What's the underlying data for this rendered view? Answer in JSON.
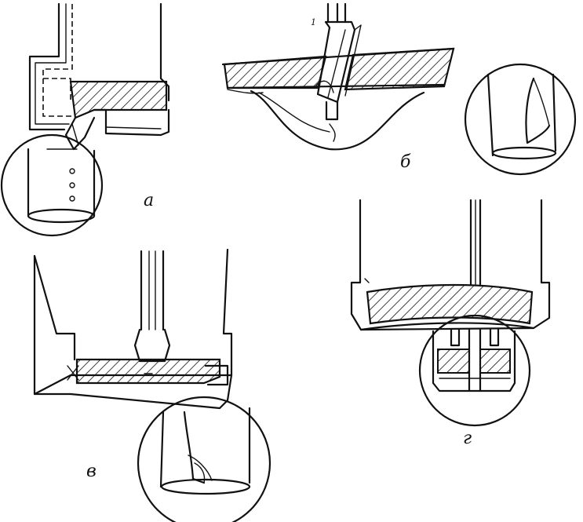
{
  "figure": {
    "panels": [
      {
        "id": "a",
        "label": "а"
      },
      {
        "id": "b",
        "label": "б"
      },
      {
        "id": "v",
        "label": "в"
      },
      {
        "id": "g",
        "label": "г"
      }
    ],
    "annotations": {
      "b_tool_mark": "1"
    }
  },
  "colors": {
    "ink": "#111111",
    "paper": "#ffffff"
  }
}
